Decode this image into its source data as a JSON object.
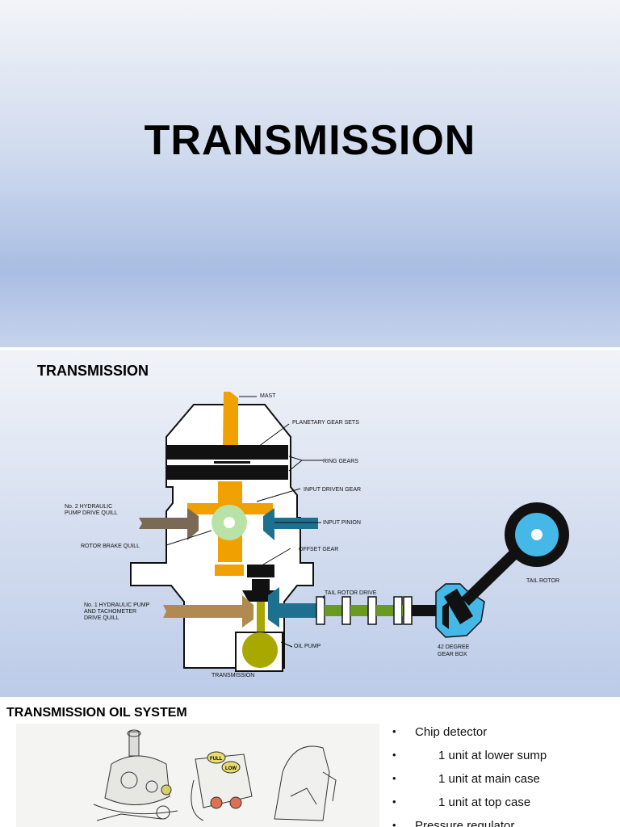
{
  "slide1": {
    "title": "TRANSMISSION"
  },
  "slide2": {
    "title": "TRANSMISSION",
    "labels": {
      "mast": "MAST",
      "planetary": "PLANETARY GEAR SETS",
      "ring": "RING GEARS",
      "input_driven": "INPUT DRIVEN GEAR",
      "input_pinion": "INPUT PINION",
      "offset": "OFFSET GEAR",
      "hyd2_l1": "No. 2 HYDRAULIC",
      "hyd2_l2": "PUMP DRIVE QUILL",
      "rotor_brake": "ROTOR BRAKE QUILL",
      "hyd1_l1": "No. 1 HYDRAULIC PUMP",
      "hyd1_l2": "AND TACHOMETER",
      "hyd1_l3": "DRIVE QUILL",
      "tail_drive": "TAIL ROTOR DRIVE",
      "oil_pump": "OIL PUMP",
      "transmission": "TRANSMISSION",
      "gearbox_l1": "42 DEGREE",
      "gearbox_l2": "GEAR BOX",
      "tail_rotor": "TAIL ROTOR"
    },
    "colors": {
      "mast": "#f0a000",
      "olive": "#a8a800",
      "green": "#6a9a20",
      "teal": "#1f6f8f",
      "brown": "#7a6a55",
      "tan": "#b08a50",
      "lightgreen": "#b9e3a6",
      "cyan": "#45b8e8"
    }
  },
  "slide3": {
    "title": "TRANSMISSION OIL SYSTEM",
    "bullets": [
      {
        "text": "Chip detector",
        "indent": false
      },
      {
        "text": "1 unit at lower sump",
        "indent": true
      },
      {
        "text": "1 unit at main case",
        "indent": true
      },
      {
        "text": "1 unit at top case",
        "indent": true
      },
      {
        "text": "Pressure regulator",
        "indent": false
      }
    ],
    "bullet_char": "•",
    "photo_tags": {
      "full": "FULL",
      "low": "LOW"
    }
  }
}
